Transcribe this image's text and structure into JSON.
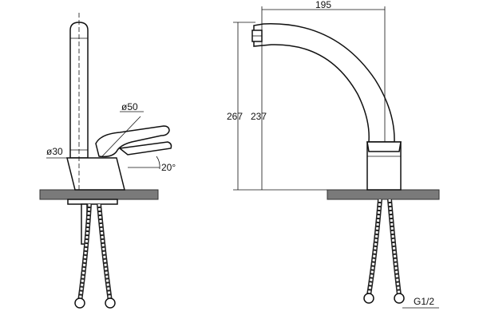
{
  "drawing": {
    "side_view": {
      "handle_diameter": "ø50",
      "body_diameter": "ø30",
      "handle_angle": "20°"
    },
    "front_view": {
      "spout_reach": "195",
      "total_height": "267",
      "spout_height": "237",
      "connection_thread": "G1/2"
    },
    "colors": {
      "line": "#111111",
      "counter": "#7a7a7a",
      "background": "#ffffff"
    }
  }
}
